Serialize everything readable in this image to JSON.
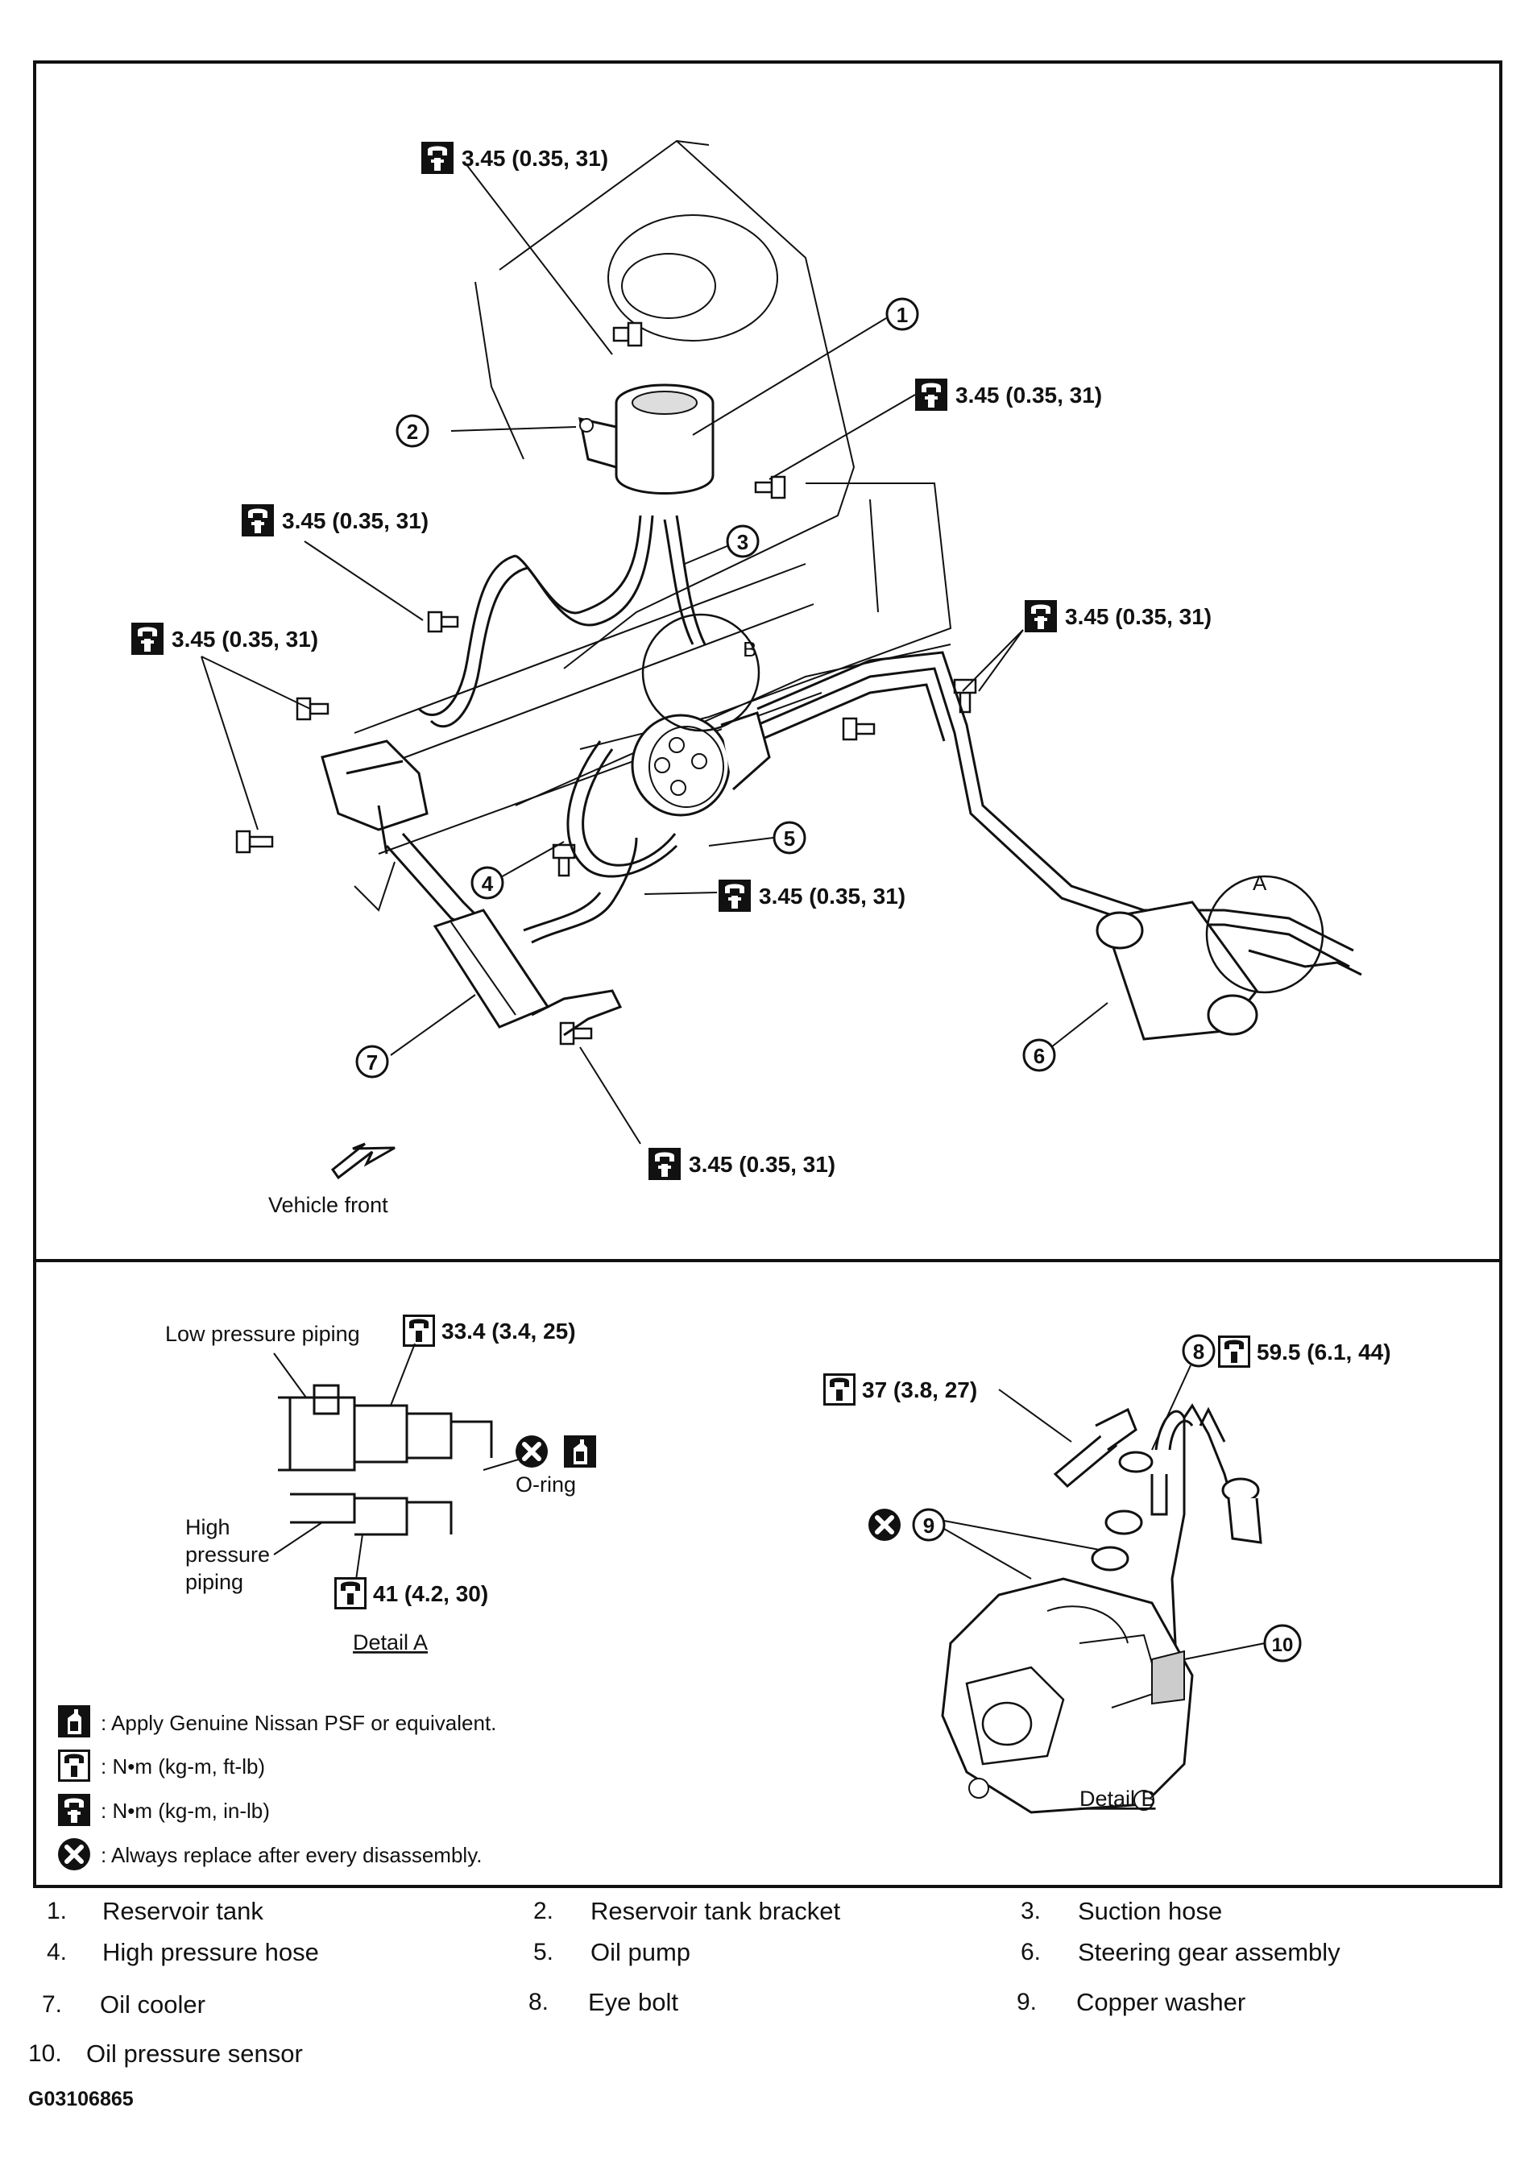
{
  "main": {
    "torques": [
      "3.45 (0.35, 31)",
      "3.45 (0.35, 31)",
      "3.45 (0.35, 31)",
      "3.45 (0.35, 31)",
      "3.45 (0.35, 31)",
      "3.45 (0.35, 31)",
      "3.45 (0.35, 31)"
    ],
    "callouts": [
      "1",
      "2",
      "3",
      "4",
      "5",
      "6",
      "7"
    ],
    "detail_markers": [
      "A",
      "B"
    ],
    "vehicle_front": "Vehicle front"
  },
  "detail_a": {
    "low_pressure": "Low pressure piping",
    "high_pressure": [
      "High",
      "pressure",
      "piping"
    ],
    "torque_top": "33.4 (3.4, 25)",
    "torque_bottom": "41 (4.2, 30)",
    "oring": "O-ring",
    "title": "Detail A"
  },
  "detail_b": {
    "callout_8": "8",
    "callout_9": "9",
    "callout_10": "10",
    "torque_eye": "59.5 (6.1, 44)",
    "torque_bolt": "37 (3.8, 27)",
    "title": "Detail B"
  },
  "key": [
    {
      "icon": "fluid-can-icon",
      "text": ":  Apply Genuine Nissan PSF or equivalent."
    },
    {
      "icon": "torque-wrench-ftlb-icon",
      "text": ":  N•m  (kg-m,  ft-lb)"
    },
    {
      "icon": "torque-wrench-inlb-icon",
      "text": ":  N•m  (kg-m,  in-lb)"
    },
    {
      "icon": "replace-x-icon",
      "text": ": Always replace after every disassembly."
    }
  ],
  "legend": [
    {
      "num": "1.",
      "label": "Reservoir tank"
    },
    {
      "num": "2.",
      "label": "Reservoir tank bracket"
    },
    {
      "num": "3.",
      "label": "Suction hose"
    },
    {
      "num": "4.",
      "label": "High pressure hose"
    },
    {
      "num": "5.",
      "label": "Oil pump"
    },
    {
      "num": "6.",
      "label": "Steering gear assembly"
    },
    {
      "num": "7.",
      "label": "Oil cooler"
    },
    {
      "num": "8.",
      "label": "Eye bolt"
    },
    {
      "num": "9.",
      "label": "Copper washer"
    },
    {
      "num": "10.",
      "label": "Oil pressure sensor"
    }
  ],
  "figure_id": "G03106865"
}
